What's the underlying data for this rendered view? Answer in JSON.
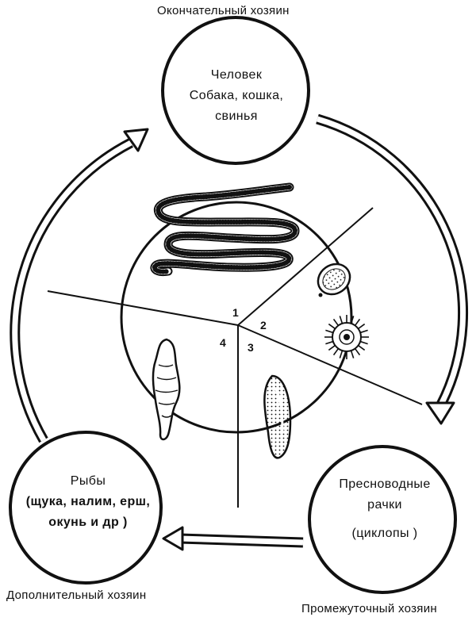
{
  "captions": {
    "top": "Окончательный хозяин",
    "bottom_left": "Дополнительный хозяин",
    "bottom_right": "Промежуточный хозяин"
  },
  "hosts": {
    "definitive": {
      "line1": "Человек",
      "line2": "Собака, кошка,",
      "line3": "свинья"
    },
    "additional": {
      "line1": "Рыбы",
      "line2": "(щука, налим, ерш,",
      "line3": "окунь и др )"
    },
    "intermediate": {
      "line1": "Пресноводные",
      "line2": "рачки",
      "line3": "(циклопы )"
    }
  },
  "stages": {
    "s1": "1",
    "s2": "2",
    "s3": "3",
    "s4": "4"
  },
  "colors": {
    "ink": "#111111",
    "background": "#ffffff"
  }
}
